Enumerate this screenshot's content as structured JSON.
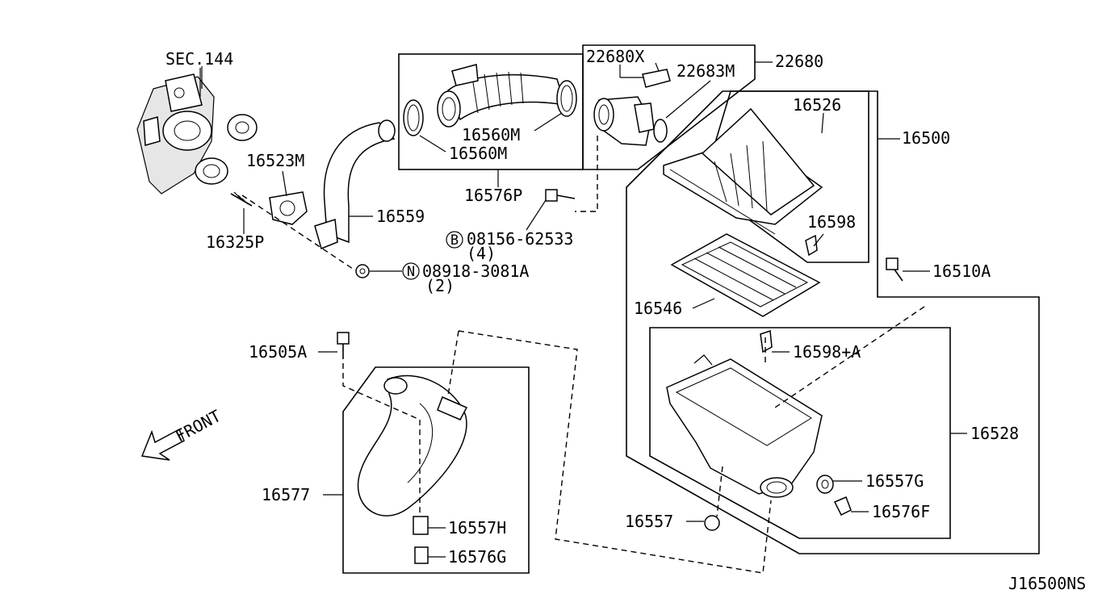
{
  "diagram": {
    "code": "J16500NS",
    "front_label": "FRONT",
    "labels": {
      "sec144": "SEC.144",
      "p16523M": "16523M",
      "p16325P": "16325P",
      "p16559": "16559",
      "p08918": "08918-3081A",
      "p08918_qty": "(2)",
      "p08918_sym": "N",
      "p16560M_a": "16560M",
      "p16560M_b": "16560M",
      "p16576P": "16576P",
      "p08156": "08156-62533",
      "p08156_qty": "(4)",
      "p08156_sym": "B",
      "p22680X": "22680X",
      "p22683M": "22683M",
      "p22680": "22680",
      "p16526": "16526",
      "p16500": "16500",
      "p16598": "16598",
      "p16510A": "16510A",
      "p16546": "16546",
      "p16598A": "16598+A",
      "p16528": "16528",
      "p16557G": "16557G",
      "p16576F": "16576F",
      "p16557": "16557",
      "p16505A": "16505A",
      "p16577": "16577",
      "p16557H": "16557H",
      "p16576G": "16576G"
    }
  }
}
